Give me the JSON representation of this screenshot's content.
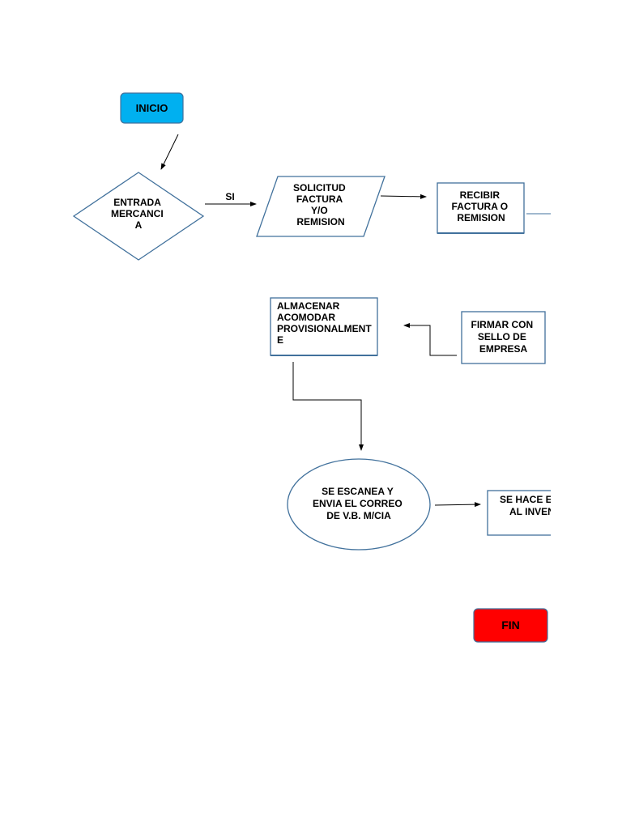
{
  "colors": {
    "start": "#00b0f0",
    "end": "#ff0000",
    "shape_stroke": "#41719c",
    "arrow": "#000000"
  },
  "nodes": {
    "inicio": {
      "label": "INICIO"
    },
    "entrada": {
      "lines": [
        "ENTRADA",
        "MERCANCI",
        "A"
      ]
    },
    "solicitud": {
      "lines": [
        "SOLICITUD",
        "FACTURA",
        "Y/O",
        "REMISION"
      ]
    },
    "recibir": {
      "lines": [
        "RECIBIR",
        "FACTURA O",
        "REMISION"
      ]
    },
    "firmar": {
      "lines": [
        "FIRMAR CON",
        "SELLO DE",
        "EMPRESA"
      ]
    },
    "almacenar": {
      "lines": [
        "ALMACENAR",
        "ACOMODAR",
        "PROVISIONALMENT",
        "E"
      ]
    },
    "escanea": {
      "lines": [
        "SE ESCANEA Y",
        "ENVIA EL CORREO",
        "DE V.B. M/CIA"
      ]
    },
    "inventario": {
      "lines": [
        "SE HACE EL",
        "AL INVEN"
      ]
    },
    "fin": {
      "label": "FIN"
    }
  },
  "edges": {
    "si_label": "SI"
  }
}
